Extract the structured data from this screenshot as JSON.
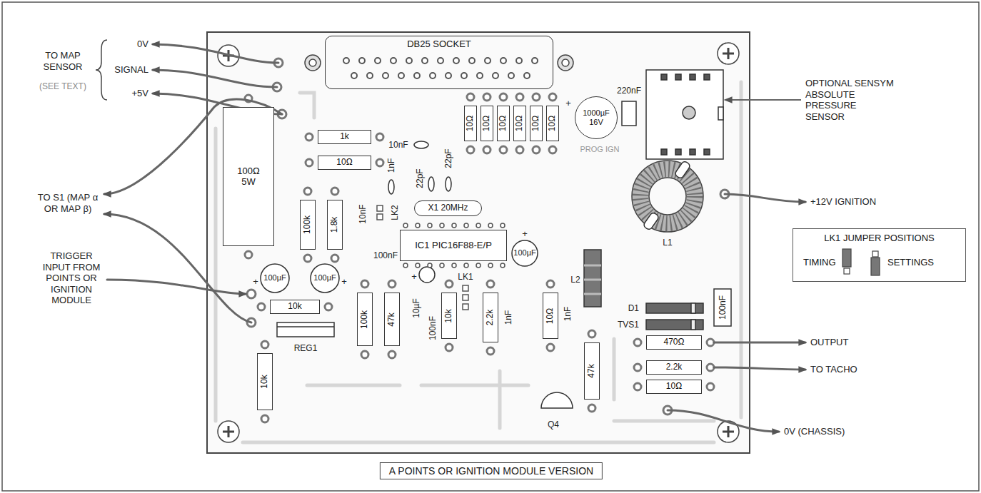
{
  "diagram": {
    "caption": "A POINTS OR IGNITION MODULE VERSION",
    "nodes": [
      {
        "text": [
          "DB25 SOCKET"
        ]
      },
      {
        "text": [
          "100Ω 5W"
        ]
      },
      {
        "text": [
          "1k"
        ]
      },
      {
        "text": [
          "10Ω"
        ]
      },
      {
        "text": [
          "10Ω"
        ]
      },
      {
        "text": [
          "10Ω"
        ]
      },
      {
        "text": [
          "10Ω"
        ]
      },
      {
        "text": [
          "10Ω"
        ]
      },
      {
        "text": [
          "10Ω"
        ]
      },
      {
        "text": [
          "10Ω"
        ]
      },
      {
        "text": [
          "1000µF 16V"
        ]
      },
      {
        "text": [
          "100k"
        ]
      },
      {
        "text": [
          "1.8k"
        ]
      },
      {
        "text": [
          "X1 20MHz"
        ]
      },
      {
        "text": [
          "IC1 PIC16F88-E/P"
        ]
      },
      {
        "text": [
          "10k"
        ]
      },
      {
        "text": [
          "100k"
        ]
      },
      {
        "text": [
          "47k"
        ]
      },
      {
        "text": [
          "10k"
        ]
      },
      {
        "text": [
          "2.2k"
        ]
      },
      {
        "text": [
          "10Ω"
        ]
      },
      {
        "text": [
          "470Ω"
        ]
      },
      {
        "text": [
          "2.2k"
        ]
      },
      {
        "text": [
          "10Ω"
        ]
      },
      {
        "text": [
          "10k"
        ]
      },
      {
        "text": [
          "47k"
        ]
      },
      {
        "text": [
          "LK1 JUMPER POSITIONS",
          "TIMING",
          "SETTINGS"
        ]
      }
    ],
    "labels": [
      "TO MAP SENSOR",
      "(SEE TEXT)",
      "0V",
      "SIGNAL",
      "+5V",
      "TO S1 (MAP α OR MAP β)",
      "TRIGGER INPUT FROM POINTS OR IGNITION MODULE",
      "+",
      "220nF",
      "OPTIONAL SENSYM ABSOLUTE PRESSURE SENSOR",
      "10nF",
      "1nF",
      "22pF",
      "22pF",
      "PROG IGN",
      "+12V IGNITION",
      "LK2",
      "10nF",
      "100µF",
      "100µF",
      "+",
      "+",
      "100nF",
      "+",
      "100µF",
      "L1",
      "L2",
      "LK1",
      "10µF",
      "+",
      "100nF",
      "1nF",
      "1nF",
      "D1",
      "TVS1",
      "100nF",
      "REG1",
      "OUTPUT",
      "TO TACHO",
      "Q4",
      "0V (CHASSIS)"
    ]
  }
}
